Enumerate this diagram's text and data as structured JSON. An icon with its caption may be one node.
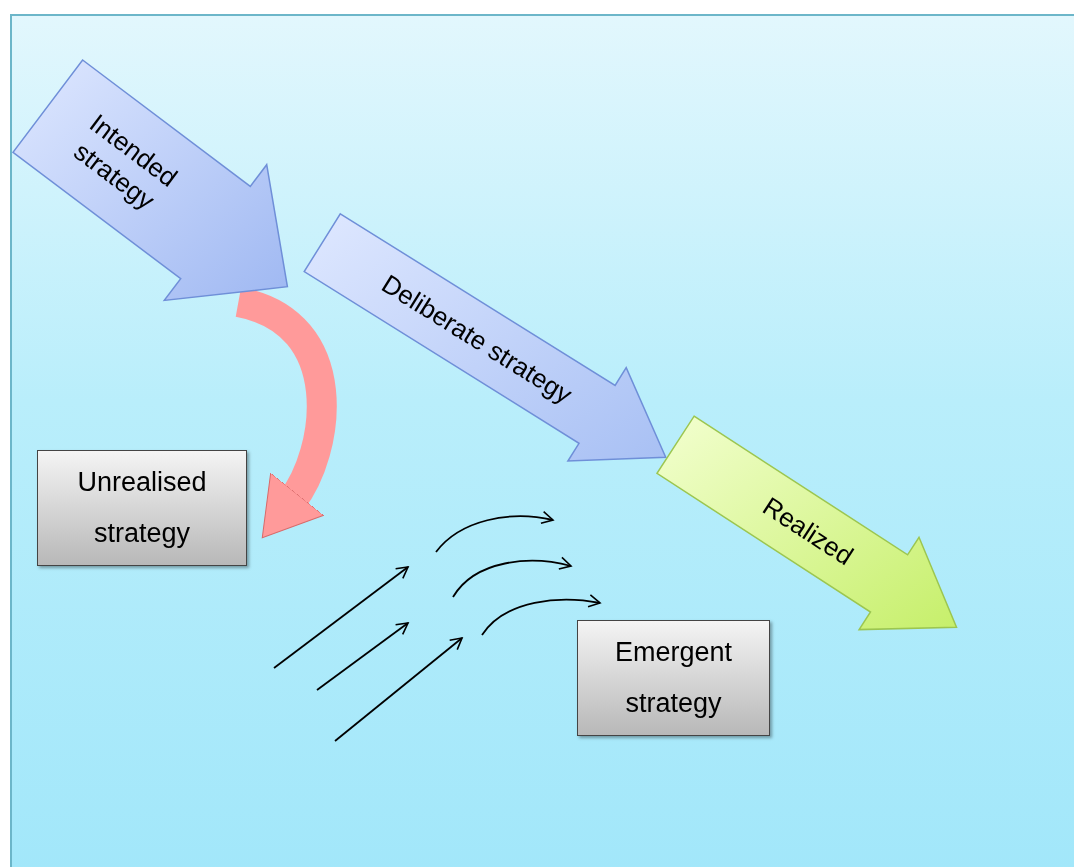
{
  "diagram": {
    "nodes": [
      {
        "text": [
          "Intended strategy"
        ]
      },
      {
        "text": [
          "Deliberate strategy"
        ]
      },
      {
        "text": [
          "Realized"
        ]
      },
      {
        "text": [
          "Unrealised strategy"
        ]
      },
      {
        "text": [
          "Emergent strategy"
        ]
      }
    ],
    "edges": [
      {
        "from": 0,
        "to": 3,
        "arrow": "to",
        "color": "#ff9a9a"
      }
    ]
  }
}
